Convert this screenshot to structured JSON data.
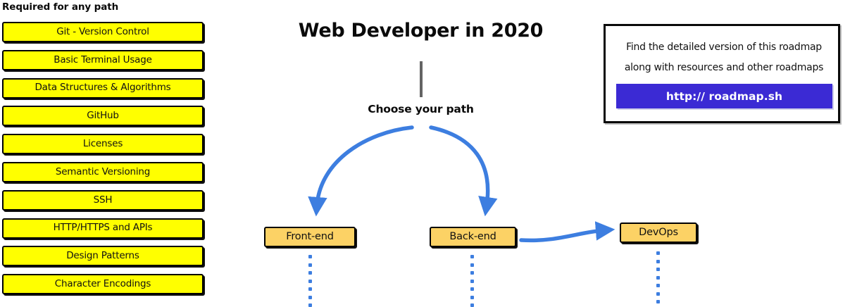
{
  "page": {
    "title": "Web Developer in 2020",
    "choose_path_label": "Choose your path"
  },
  "required_section": {
    "header": "Required for any path",
    "items": [
      {
        "label": "Git - Version Control"
      },
      {
        "label": "Basic Terminal Usage"
      },
      {
        "label": "Data Structures & Algorithms"
      },
      {
        "label": "GitHub"
      },
      {
        "label": "Licenses"
      },
      {
        "label": "Semantic Versioning"
      },
      {
        "label": "SSH"
      },
      {
        "label": "HTTP/HTTPS and APIs"
      },
      {
        "label": "Design Patterns"
      },
      {
        "label": "Character Encodings"
      }
    ]
  },
  "paths": [
    {
      "id": "front-end",
      "label": "Front-end"
    },
    {
      "id": "back-end",
      "label": "Back-end"
    },
    {
      "id": "devops",
      "label": "DevOps"
    }
  ],
  "info_box": {
    "line1": "Find the detailed version of this roadmap",
    "line2": "along with resources and other roadmaps",
    "button_label": "http:// roadmap.sh"
  },
  "colors": {
    "required_box_fill": "#ffff00",
    "path_box_fill": "#fcd265",
    "arrow_blue": "#3d7ee0",
    "button_purple": "#3b2ad4",
    "stem_gray": "#646464",
    "outline_black": "#000000"
  },
  "dots": {
    "front_end_count": 7,
    "back_end_count": 7,
    "devops_count": 7
  }
}
